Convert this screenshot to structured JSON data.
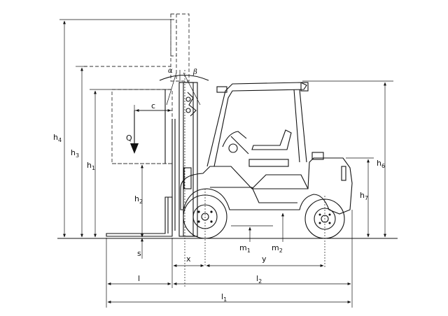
{
  "labels": {
    "h4": {
      "main": "h",
      "sub": "4"
    },
    "h3": {
      "main": "h",
      "sub": "3"
    },
    "h1": {
      "main": "h",
      "sub": "1"
    },
    "h2": {
      "main": "h",
      "sub": "2"
    },
    "h6": {
      "main": "h",
      "sub": "6"
    },
    "h7": {
      "main": "h",
      "sub": "7"
    },
    "m1": {
      "main": "m",
      "sub": "1"
    },
    "m2": {
      "main": "m",
      "sub": "2"
    },
    "l1": {
      "main": "l",
      "sub": "1"
    },
    "l2": {
      "main": "l",
      "sub": "2"
    },
    "l": "l",
    "c": "c",
    "Q": "Q",
    "s": "s",
    "x": "x",
    "y": "y",
    "alpha": "α",
    "beta": "β"
  }
}
